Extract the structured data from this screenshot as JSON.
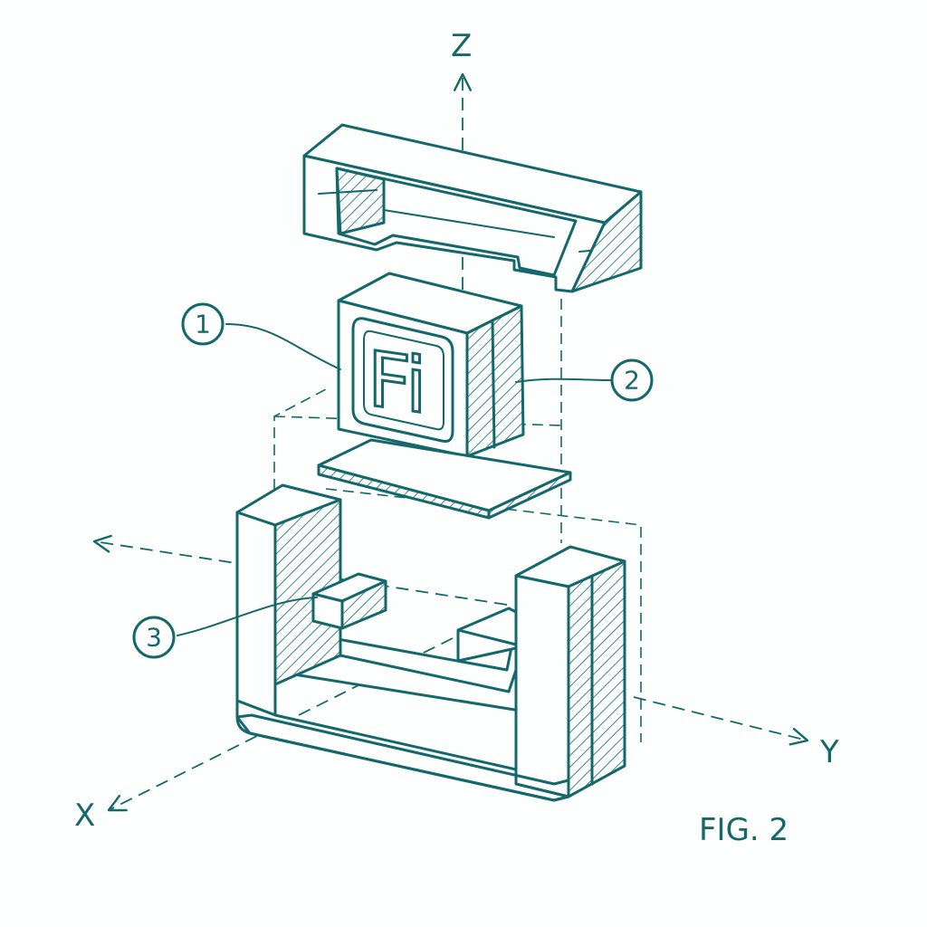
{
  "axes": {
    "z_label": "Z",
    "x_label": "X",
    "y_label": "Y"
  },
  "callouts": {
    "one": "1",
    "two": "2",
    "three": "3"
  },
  "block_logo_text": "Fi",
  "figure_label": "FIG. 2",
  "colors": {
    "ink": "#14686b",
    "background": "#fdfefe"
  }
}
